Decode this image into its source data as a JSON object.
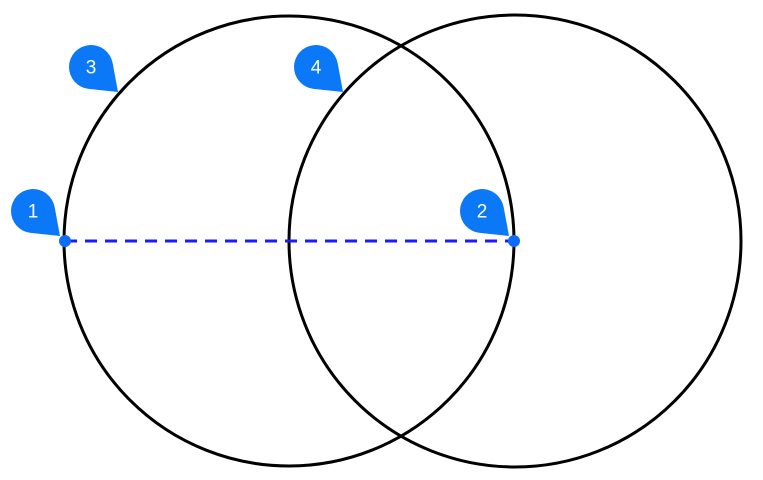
{
  "colors": {
    "circle": "#000000",
    "dashed_line": "#1a1aff",
    "marker": "#0a78f7",
    "point": "#0a6cff"
  },
  "markers": [
    {
      "label": "1",
      "icon": "marker-pin-icon"
    },
    {
      "label": "2",
      "icon": "marker-pin-icon"
    },
    {
      "label": "3",
      "icon": "marker-pin-icon"
    },
    {
      "label": "4",
      "icon": "marker-pin-icon"
    }
  ]
}
